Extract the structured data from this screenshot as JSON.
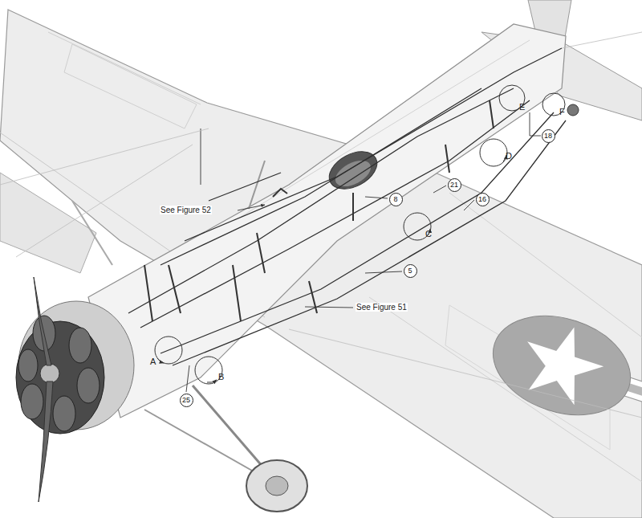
{
  "diagram": {
    "nodes": [
      {
        "text": [
          "18"
        ]
      },
      {
        "text": [
          "21"
        ]
      },
      {
        "text": [
          "16"
        ]
      },
      {
        "text": [
          "8"
        ]
      },
      {
        "text": [
          "5"
        ]
      },
      {
        "text": [
          "25"
        ]
      }
    ],
    "labels": [
      "E",
      "F",
      "D",
      "C",
      "See Figure 52",
      "See Figure 51",
      "A",
      "B"
    ]
  }
}
